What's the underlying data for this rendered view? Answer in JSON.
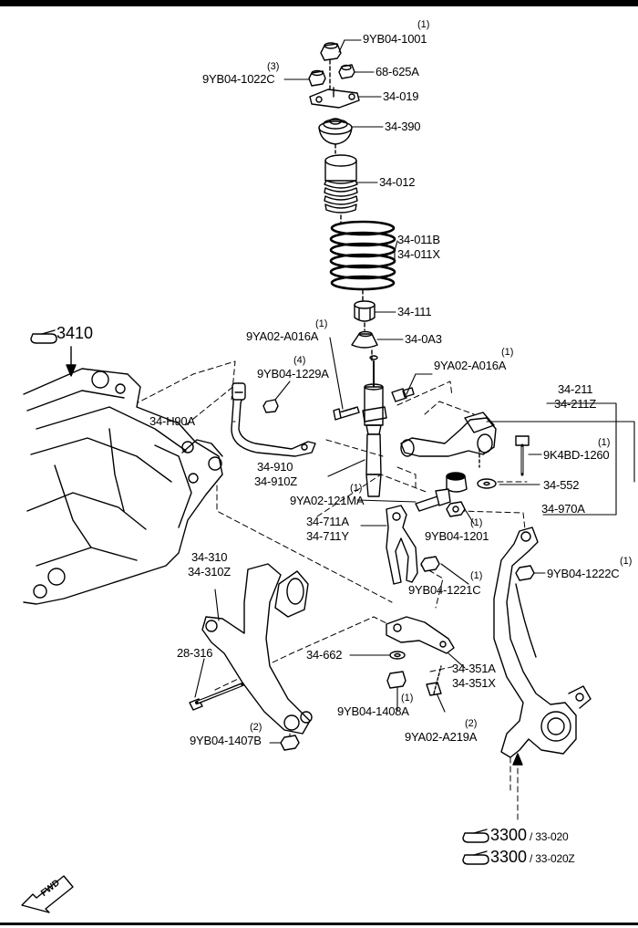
{
  "parts": {
    "p9YB04_1001": {
      "num": "9YB04-1001",
      "qty": "(1)"
    },
    "p9YB04_1022C": {
      "num": "9YB04-1022C",
      "qty": "(3)"
    },
    "p68_625A": {
      "num": "68-625A"
    },
    "p34_019": {
      "num": "34-019"
    },
    "p34_390": {
      "num": "34-390"
    },
    "p34_012": {
      "num": "34-012"
    },
    "p34_011B": {
      "num": "34-011B"
    },
    "p34_011X": {
      "num": "34-011X"
    },
    "p34_111": {
      "num": "34-111"
    },
    "p34_0A3": {
      "num": "34-0A3"
    },
    "p9YA02_A016A_left": {
      "num": "9YA02-A016A",
      "qty": "(1)"
    },
    "p9YA02_A016A_right": {
      "num": "9YA02-A016A",
      "qty": "(1)"
    },
    "p9YB04_1229A": {
      "num": "9YB04-1229A",
      "qty": "(4)"
    },
    "p34_H90A": {
      "num": "34-H90A"
    },
    "p34_211": {
      "num": "34-211"
    },
    "p34_211Z": {
      "num": "34-211Z"
    },
    "p9K4BD_1260": {
      "num": "9K4BD-1260",
      "qty": "(1)"
    },
    "p34_910": {
      "num": "34-910"
    },
    "p34_910Z": {
      "num": "34-910Z"
    },
    "p34_552": {
      "num": "34-552"
    },
    "p9YA02_121MA": {
      "num": "9YA02-121MA",
      "qty": "(1)"
    },
    "p34_970A": {
      "num": "34-970A"
    },
    "p34_711A": {
      "num": "34-711A"
    },
    "p34_711Y": {
      "num": "34-711Y"
    },
    "p9YB04_1201": {
      "num": "9YB04-1201",
      "qty": "(1)"
    },
    "p9YB04_1222C": {
      "num": "9YB04-1222C",
      "qty": "(1)"
    },
    "p34_310": {
      "num": "34-310"
    },
    "p34_310Z": {
      "num": "34-310Z"
    },
    "p9YB04_1221C": {
      "num": "9YB04-1221C",
      "qty": "(1)"
    },
    "p28_316": {
      "num": "28-316"
    },
    "p34_662": {
      "num": "34-662"
    },
    "p34_351A": {
      "num": "34-351A"
    },
    "p34_351X": {
      "num": "34-351X"
    },
    "p9YB04_1408A": {
      "num": "9YB04-1408A",
      "qty": "(1)"
    },
    "p9YA02_A219A": {
      "num": "9YA02-A219A",
      "qty": "(2)"
    },
    "p9YB04_1407B": {
      "num": "9YB04-1407B",
      "qty": "(2)"
    }
  },
  "refs": {
    "ref_3410": "3410",
    "ref_3300_a_main": "3300",
    "ref_3300_a_sub": "/ 33-020",
    "ref_3300_b_main": "3300",
    "ref_3300_b_sub": "/ 33-020Z"
  },
  "fwd": "FWD",
  "colors": {
    "ink": "#000000",
    "paper": "#ffffff"
  }
}
